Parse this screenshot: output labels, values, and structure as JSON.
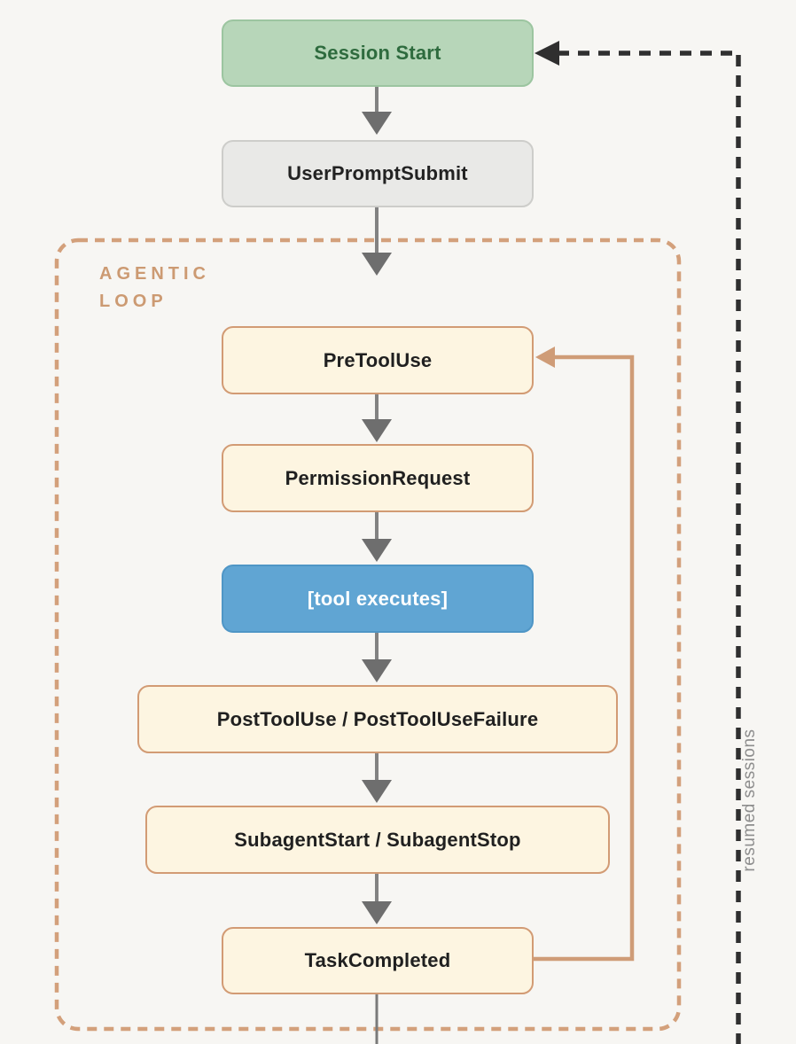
{
  "flowchart": {
    "nodes": {
      "session_start": {
        "label": "Session Start"
      },
      "user_prompt_submit": {
        "label": "UserPromptSubmit"
      },
      "pre_tool_use": {
        "label": "PreToolUse"
      },
      "permission_request": {
        "label": "PermissionRequest"
      },
      "tool_executes": {
        "label": "[tool executes]"
      },
      "post_tool_use": {
        "label": "PostToolUse / PostToolUseFailure"
      },
      "subagent": {
        "label": "SubagentStart / SubagentStop"
      },
      "task_completed": {
        "label": "TaskCompleted"
      }
    },
    "agentic_loop": {
      "label_line1": "AGENTIC",
      "label_line2": "LOOP"
    },
    "edge_labels": {
      "resumed_sessions": "resumed sessions"
    },
    "colors": {
      "background": "#f7f6f3",
      "session_start_fill": "#b7d6b9",
      "session_start_text": "#2e6b3e",
      "neutral_fill": "#e9e9e7",
      "event_fill": "#fdf5e1",
      "event_border": "#d29b74",
      "tool_fill": "#60a5d3",
      "tool_text": "#ffffff",
      "loop_container_border": "#d3a07b",
      "loop_label_text": "#cc9a72",
      "loop_return_arrow": "#cf9c77",
      "flow_arrow": "#828282",
      "flow_arrowhead": "#6e6e6e",
      "resume_dashed_line": "#2f2f2f",
      "resumed_label_text": "#8d8d8d"
    }
  }
}
